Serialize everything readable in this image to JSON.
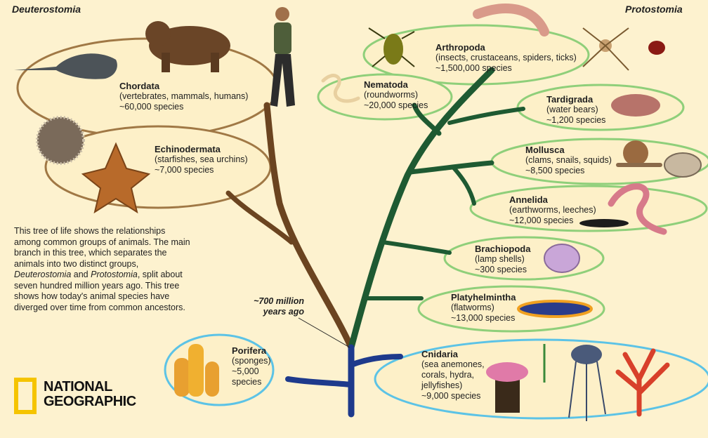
{
  "labels": {
    "deuterostomia": "Deuterostomia",
    "protostomia": "Protostomia",
    "mya_line1": "~700 million",
    "mya_line2": "years ago"
  },
  "caption": {
    "part1": "This tree of life shows the relationships among common groups of animals. The main branch in this tree, which separates the animals into two distinct groups, ",
    "term1": "Deuterostomia",
    "and": " and ",
    "term2": "Protostomia",
    "part2": ", split about seven hundred million years ago. This tree shows how today's animal species have diverged over time from common ancestors."
  },
  "groups": {
    "chordata": {
      "name": "Chordata",
      "desc": "(vertebrates, mammals, humans)",
      "count": "~60,000 species"
    },
    "echinodermata": {
      "name": "Echinodermata",
      "desc": "(starfishes, sea urchins)",
      "count": "~7,000 species"
    },
    "arthropoda": {
      "name": "Arthropoda",
      "desc": "(insects, crustaceans, spiders, ticks)",
      "count": "~1,500,000 species"
    },
    "nematoda": {
      "name": "Nematoda",
      "desc": "(roundworms)",
      "count": "~20,000 species"
    },
    "tardigrada": {
      "name": "Tardigrada",
      "desc": "(water bears)",
      "count": "~1,200 species"
    },
    "mollusca": {
      "name": "Mollusca",
      "desc": "(clams, snails, squids)",
      "count": "~8,500 species"
    },
    "annelida": {
      "name": "Annelida",
      "desc": "(earthworms, leeches)",
      "count": "~12,000 species"
    },
    "brachiopoda": {
      "name": "Brachiopoda",
      "desc": "(lamp shells)",
      "count": "~300 species"
    },
    "platyhelmintha": {
      "name": "Platyhelmintha",
      "desc": "(flatworms)",
      "count": "~13,000 species"
    },
    "porifera": {
      "name": "Porifera",
      "desc": "(sponges)",
      "count": "~5,000",
      "count2": "species"
    },
    "cnidaria": {
      "name": "Cnidaria",
      "desc": "(sea anemones,",
      "desc2": "corals, hydra,",
      "desc3": "jellyfishes)",
      "count": "~9,000 species"
    }
  },
  "logo": {
    "line1": "NATIONAL",
    "line2": "GEOGRAPHIC"
  },
  "colors": {
    "deuterostome_branch": "#6b4420",
    "protostome_branch": "#1e5a32",
    "root_branch": "#1e3a8c",
    "deuterostome_oval": "#a07845",
    "protostome_oval": "#8fcf7a",
    "basal_oval": "#5cc3e6",
    "background": "#fdf2cf",
    "logo_yellow": "#f5c400"
  }
}
